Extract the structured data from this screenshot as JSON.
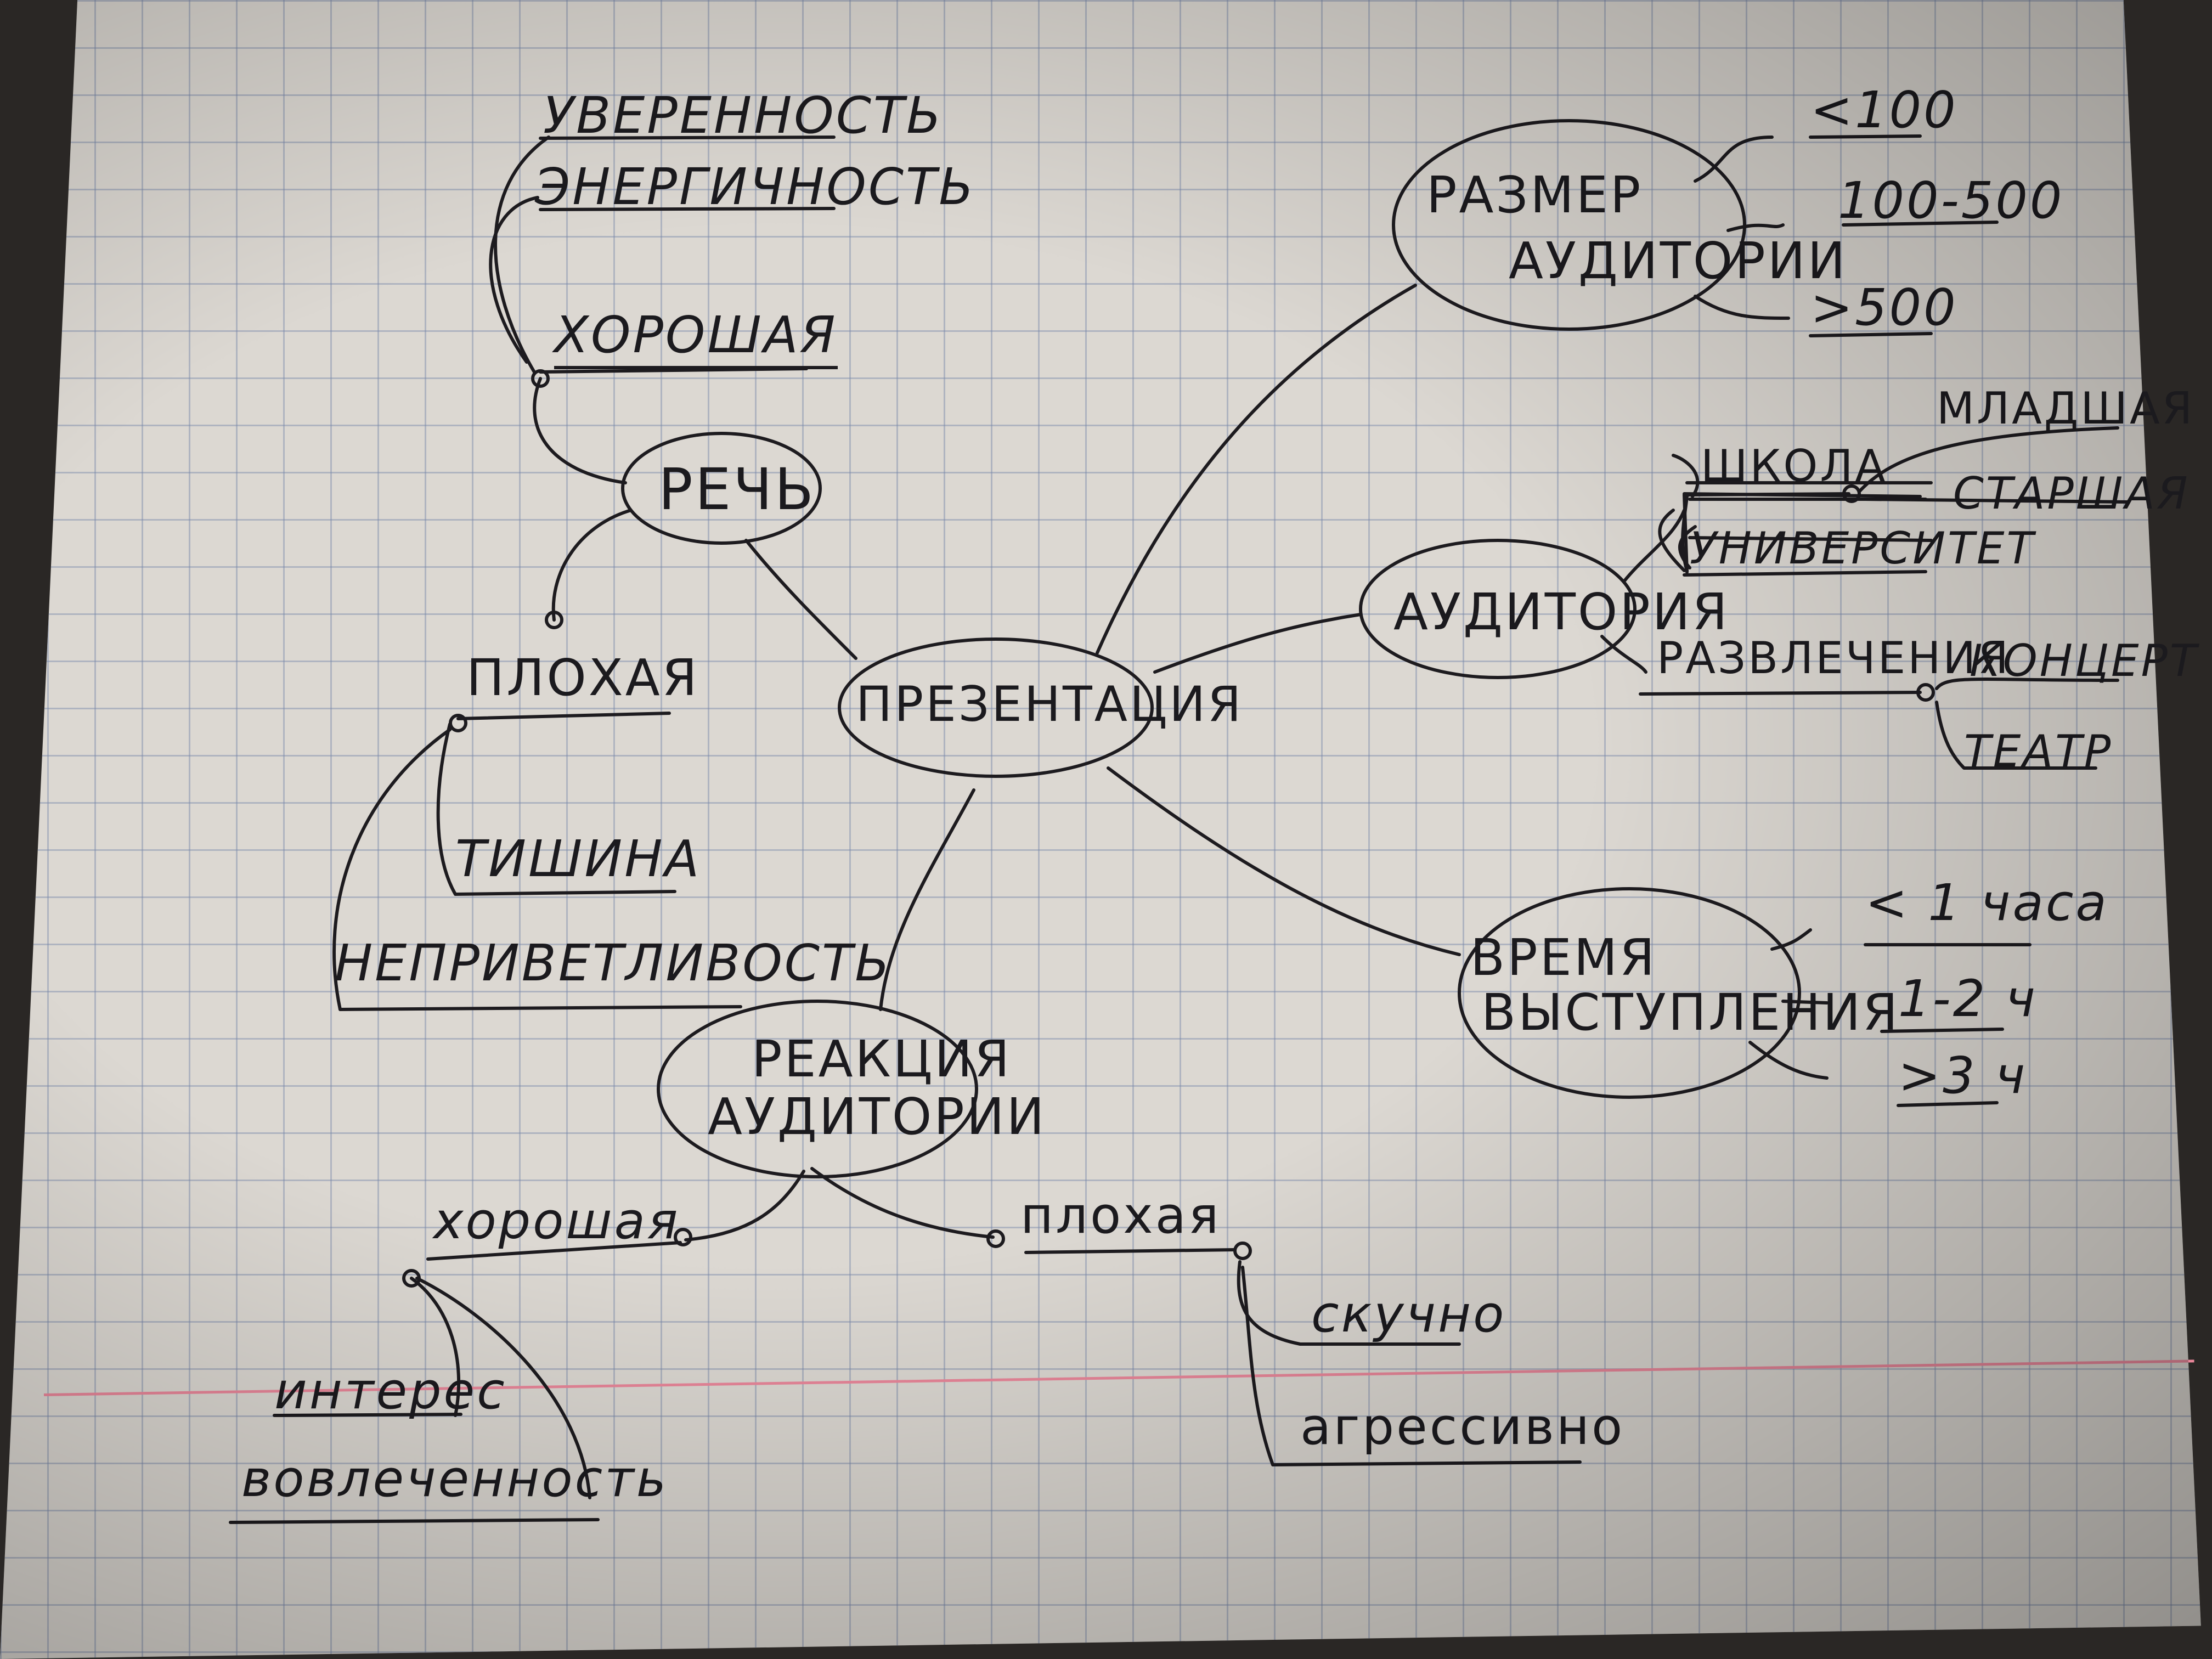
{
  "diagram": {
    "center": "ПРЕЗЕНТАЦИЯ",
    "speech": {
      "node": "РЕЧЬ",
      "good": {
        "label": "ХОРОШАЯ",
        "items": [
          "УВЕРЕННОСТЬ",
          "ЭНЕРГИЧНОСТЬ"
        ]
      },
      "bad": {
        "label": "ПЛОХАЯ",
        "items": [
          "ТИШИНА",
          "НЕПРИВЕТЛИВОСТЬ"
        ]
      }
    },
    "audience_size": {
      "node_line1": "РАЗМЕР",
      "node_line2": "АУДИТОРИИ",
      "items": [
        "<100",
        "100-500",
        ">500"
      ]
    },
    "audience": {
      "node": "АУДИТОРИЯ",
      "school": {
        "label": "ШКОЛА",
        "items": [
          "МЛАДШАЯ",
          "СТАРШАЯ"
        ]
      },
      "university": "УНИВЕРСИТЕТ",
      "entertainment": {
        "label": "РАЗВЛЕЧЕНИЯ",
        "items": [
          "КОНЦЕРТ",
          "ТЕАТР"
        ]
      }
    },
    "duration": {
      "node_line1": "ВРЕМЯ",
      "node_line2": "ВЫСТУПЛЕНИЯ",
      "items": [
        "< 1 часа",
        "1-2 ч",
        ">3 ч"
      ]
    },
    "reaction": {
      "node_line1": "РЕАКЦИЯ",
      "node_line2": "АУДИТОРИИ",
      "good": {
        "label": "хорошая",
        "items": [
          "интерес",
          "вовлеченность"
        ]
      },
      "bad": {
        "label": "плохая",
        "items": [
          "скучно",
          "агрессивно"
        ]
      }
    }
  }
}
